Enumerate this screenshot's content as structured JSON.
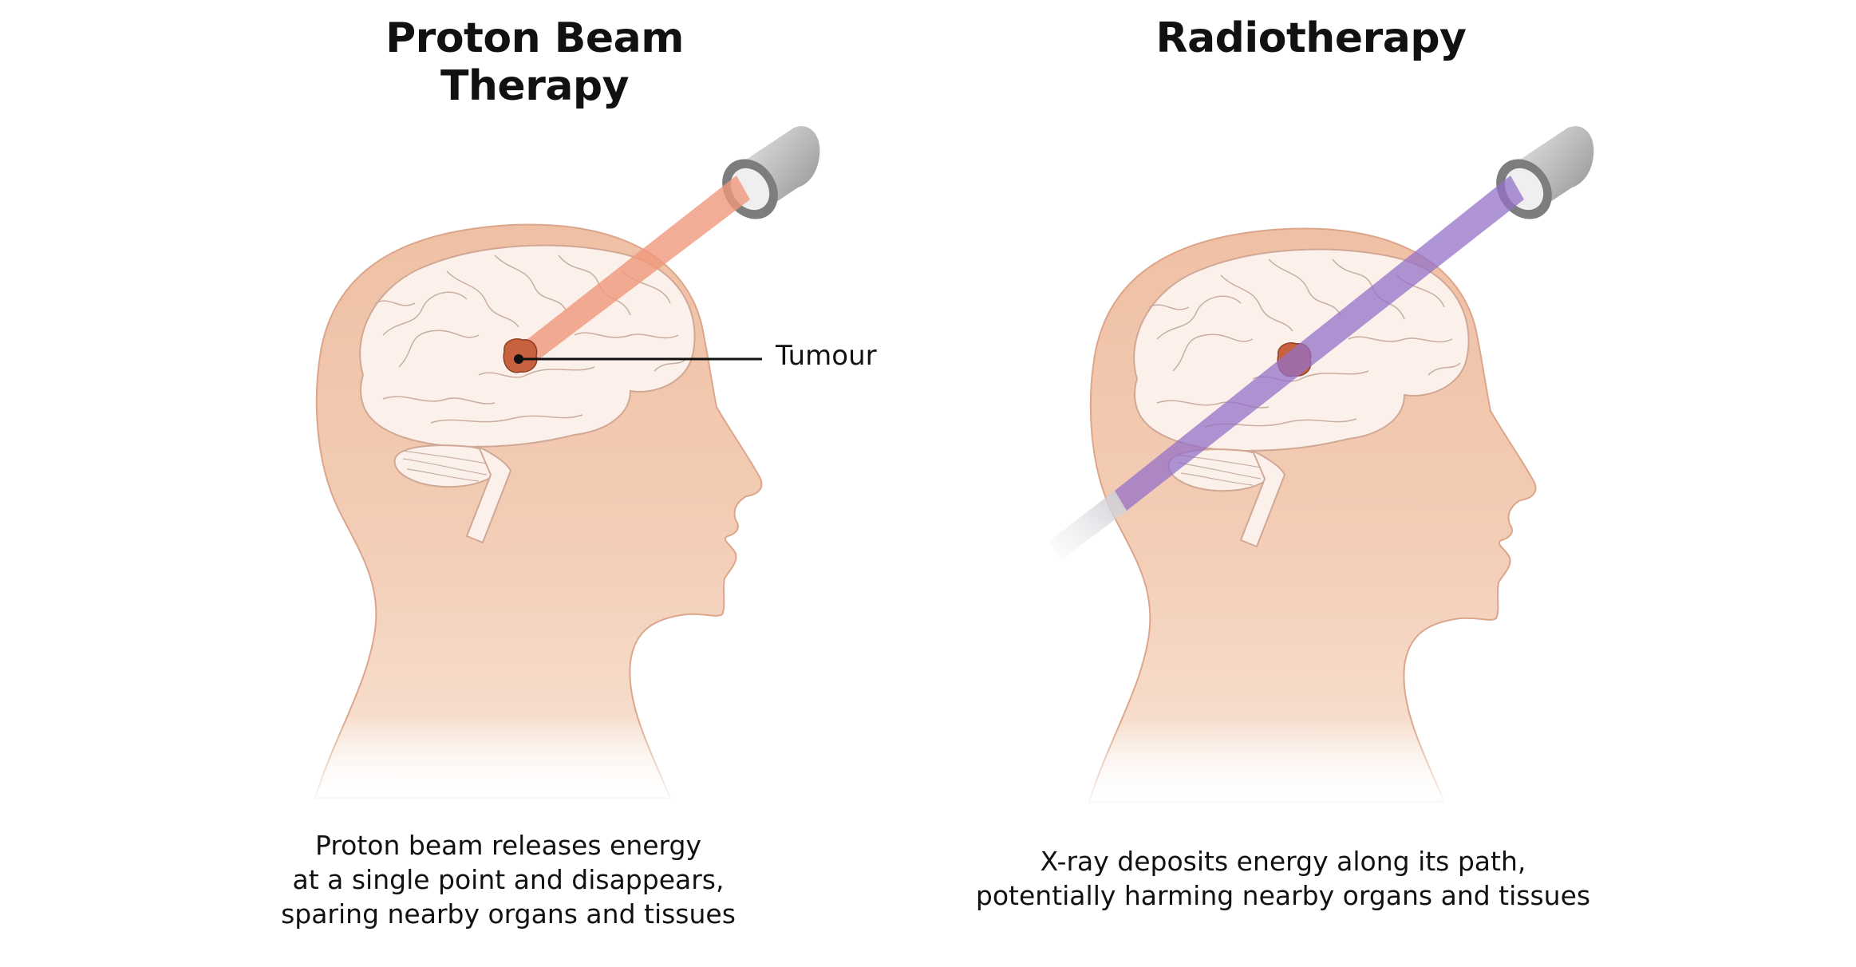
{
  "panels": [
    {
      "title": "Proton Beam Therapy",
      "caption_lines": [
        "Proton beam releases energy",
        "at a single point and disappears,",
        "sparing nearby organs and tissues"
      ],
      "beam_color": "#f0977a",
      "beam_behavior": "stops at tumour"
    },
    {
      "title": "Radiotherapy",
      "caption_lines": [
        "X-ray deposits energy along its path,",
        "potentially harming nearby organs and tissues"
      ],
      "beam_color": "#9470c8",
      "beam_behavior": "passes through head"
    }
  ],
  "annotations": {
    "tumour_label": "Tumour"
  },
  "colors": {
    "skin": "#f2c9b0",
    "skin_outline": "#d9a58a",
    "brain": "#fbf1ea",
    "brain_lines": "#c9a99a",
    "tumour": "#c8623e",
    "device_gray": "#9a9a9a"
  }
}
